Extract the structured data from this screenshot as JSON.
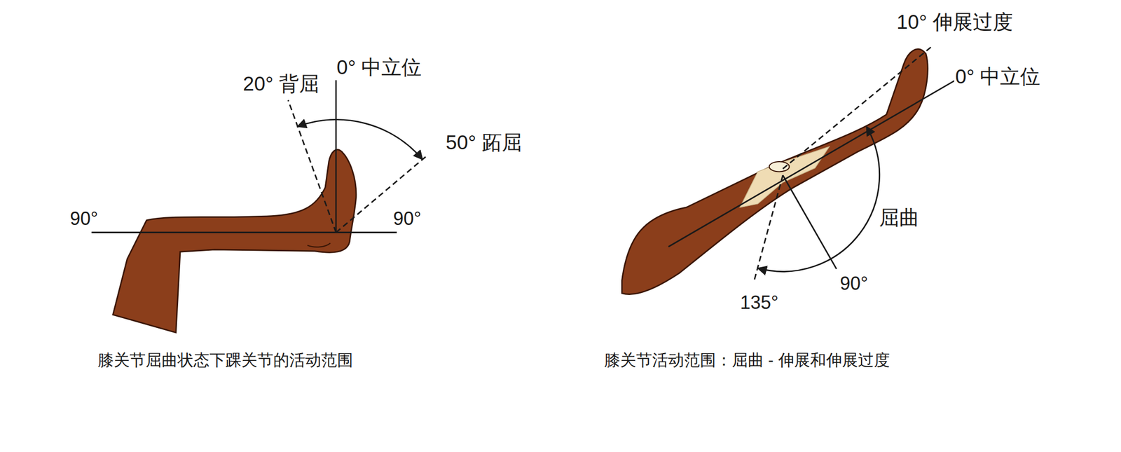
{
  "diagram": {
    "labels": [
      "0° 中立位",
      "20° 背屈",
      "50° 跖屈",
      "90°",
      "90°",
      "膝关节屈曲状态下踝关节的活动范围",
      "10° 伸展过度",
      "0° 中立位",
      "屈曲",
      "135°",
      "90°",
      "膝关节活动范围：屈曲 - 伸展和伸展过度"
    ]
  }
}
